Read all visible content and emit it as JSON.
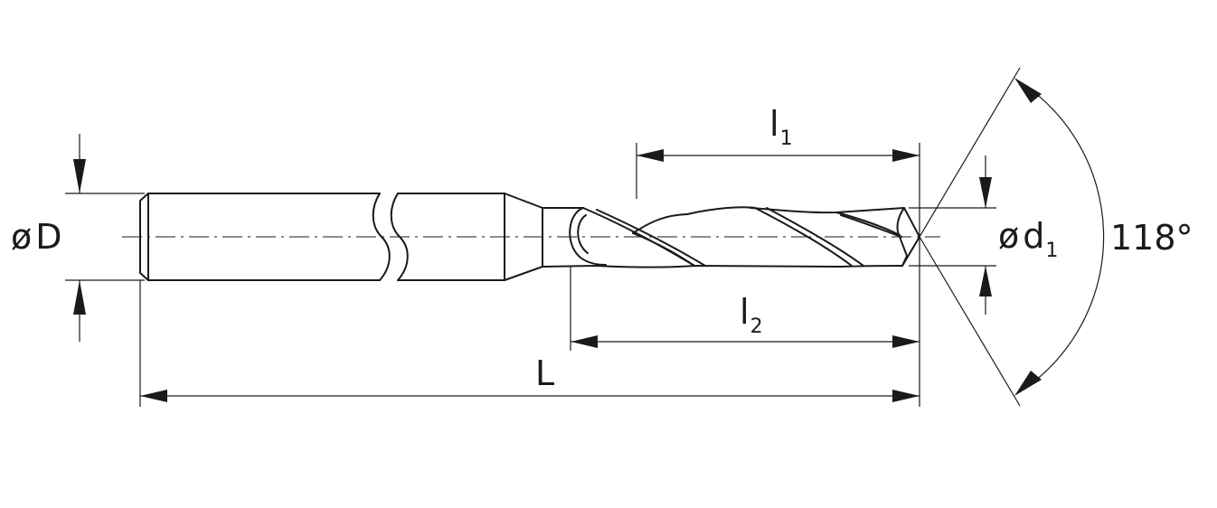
{
  "labels": {
    "shank_diameter": {
      "symbol": "ø",
      "letter": "D"
    },
    "flute_length": {
      "letter": "l",
      "sub": "1"
    },
    "body_length": {
      "letter": "l",
      "sub": "2"
    },
    "overall_length": {
      "letter": "L"
    },
    "cutting_diameter": {
      "symbol": "ø",
      "letter": "d",
      "sub": "1"
    },
    "point_angle": {
      "value": "118°"
    }
  },
  "colors": {
    "line": "#1a1a1a",
    "background": "#ffffff"
  }
}
